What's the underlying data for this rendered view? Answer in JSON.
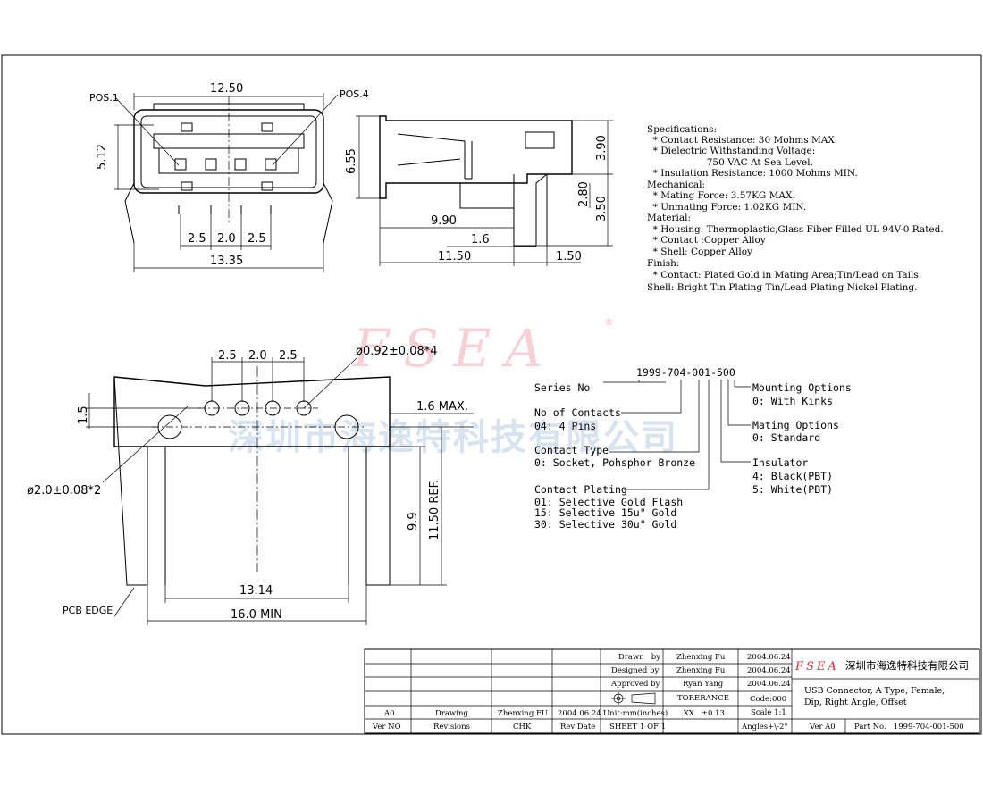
{
  "watermark": {
    "latin": "FSEA",
    "registered": "®",
    "chinese": "深圳市海逸特科技有限公司"
  },
  "top_view": {
    "pos1": "POS.1",
    "pos4": "POS.4",
    "width": "12.50",
    "height": "5.12",
    "pitch_a": "2.5",
    "pitch_b": "2.0",
    "pitch_c": "2.5",
    "overall": "13.35"
  },
  "side_view": {
    "height_total": "6.55",
    "top_section": "3.90",
    "low_section": "3.50",
    "contact_height": "2.80",
    "len_a": "9.90",
    "len_b": "1.6",
    "len_c": "11.50",
    "len_d": "1.50"
  },
  "specs": [
    "Specifications:",
    "  * Contact Resistance: 30 Mohms MAX.",
    "  * Dielectric Withstanding Voltage:",
    "                    750 VAC At Sea Level.",
    "  * Insulation Resistance: 1000 Mohms MIN.",
    "Mechanical:",
    "  * Mating Force: 3.57KG MAX.",
    "  * Unmating Force: 1.02KG MIN.",
    "Material:",
    "  * Housing: Thermoplastic,Glass Fiber Filled UL 94V-0 Rated.",
    "  * Contact :Copper Alloy",
    "  * Shell: Copper Alloy",
    "Finish:",
    "  * Contact: Plated Gold in Mating Area;Tin/Lead on Tails.",
    "Shell: Bright Tin Plating Tin/Lead Plating Nickel Plating."
  ],
  "pcb_view": {
    "pitch_a": "2.5",
    "pitch_b": "2.0",
    "pitch_c": "2.5",
    "small_hole": "ø0.92±0.08*4",
    "large_hole": "ø2.0±0.08*2",
    "offset": "1.5",
    "max_label": "1.6 MAX.",
    "depth": "9.9",
    "ref": "11.50 REF.",
    "inner_width": "13.14",
    "min_width": "16.0 MIN",
    "pcb_edge": "PCB EDGE"
  },
  "part_number": {
    "code": "1999-704-001-500",
    "series_label": "Series No",
    "contacts_label": "No of Contacts",
    "contacts_value": "04: 4 Pins",
    "type_label": "Contact Type",
    "type_value": "0: Socket, Pohsphor Bronze",
    "plating_label": "Contact Plating",
    "plating_values": [
      "01: Selective Gold Flash",
      "15: Selective 15u\" Gold",
      "30: Selective 30u\" Gold"
    ],
    "mounting_label": "Mounting Options",
    "mounting_value": "0: With Kinks",
    "mating_label": "Mating Options",
    "mating_value": "0: Standard",
    "insulator_label": "Insulator",
    "insulator_values": [
      "4: Black(PBT)",
      "5: White(PBT)"
    ]
  },
  "title_block": {
    "rev_row": [
      "A0",
      "Drawing",
      "Zhenxing FU",
      "2004.06.24"
    ],
    "header_row": [
      "Ver NO",
      "Revisions",
      "CHK",
      "Rev Date"
    ],
    "drawn_label": "Drawn   by",
    "drawn_name": "Zhenxing Fu",
    "drawn_date": "2004.06.24",
    "designed_label": "Designed by",
    "designed_name": "Zhenxing Fu",
    "designed_date": "2004.06.24",
    "approved_label": "Approved by",
    "approved_name": "Ryan Yang",
    "approved_date": "2004.06.24",
    "tolerance_label": "TORERANCE",
    "code": "Code:000",
    "units": "Unit:mm(inches)",
    "tol_value": ".XX   ±0.13",
    "scale": "Scale 1:1",
    "sheet": "SHEET 1 OF 1",
    "angles": "Angles+\\-2°",
    "logo": "FSEA",
    "company": "深圳市海逸特科技有限公司",
    "title_line1": "USB Connector, A Type, Female,",
    "title_line2": "Dip, Right Angle, Offset",
    "ver": "Ver A0",
    "part_no": "Part No.   1999-704-001-500"
  }
}
